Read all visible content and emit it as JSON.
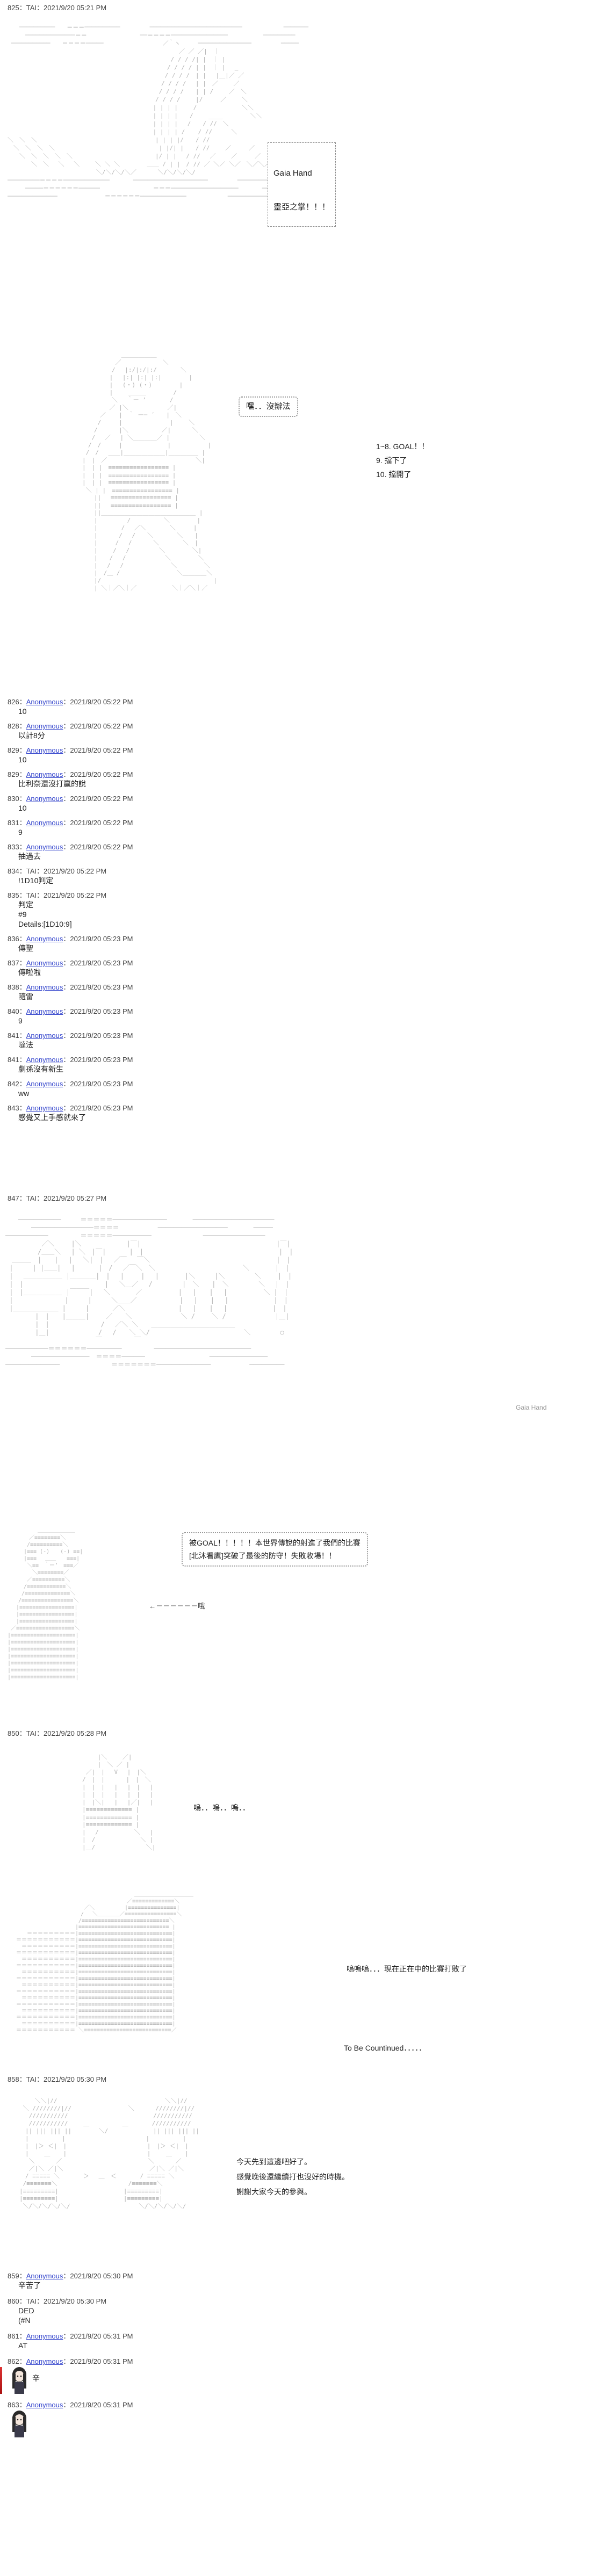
{
  "posts": [
    {
      "no": "825",
      "name": "TAI",
      "date": "2021/9/20 05:21 PM"
    },
    {
      "no": "826",
      "name": "Anonymous",
      "date": "2021/9/20 05:22 PM",
      "body": "10"
    },
    {
      "no": "828",
      "name": "Anonymous",
      "date": "2021/9/20 05:22 PM",
      "body": "以計8分"
    },
    {
      "no": "829",
      "name": "Anonymous",
      "date": "2021/9/20 05:22 PM",
      "body": "10"
    },
    {
      "no": "829",
      "name": "Anonymous",
      "date": "2021/9/20 05:22 PM",
      "body": "比利奈還沒打贏的說"
    },
    {
      "no": "830",
      "name": "Anonymous",
      "date": "2021/9/20 05:22 PM",
      "body": "10"
    },
    {
      "no": "831",
      "name": "Anonymous",
      "date": "2021/9/20 05:22 PM",
      "body": "9"
    },
    {
      "no": "833",
      "name": "Anonymous",
      "date": "2021/9/20 05:22 PM",
      "body": "抽過去"
    },
    {
      "no": "834",
      "name": "TAI",
      "date": "2021/9/20 05:22 PM",
      "body": "!1D10判定"
    },
    {
      "no": "835",
      "name": "TAI",
      "date": "2021/9/20 05:22 PM",
      "body_red": "判定\n#9\nDetails:[1D10:9]"
    },
    {
      "no": "836",
      "name": "Anonymous",
      "date": "2021/9/20 05:23 PM",
      "body": "傳聖"
    },
    {
      "no": "837",
      "name": "Anonymous",
      "date": "2021/9/20 05:23 PM",
      "body": "傳啦啦"
    },
    {
      "no": "838",
      "name": "Anonymous",
      "date": "2021/9/20 05:23 PM",
      "body": "隨雷"
    },
    {
      "no": "840",
      "name": "Anonymous",
      "date": "2021/9/20 05:23 PM",
      "body": "9"
    },
    {
      "no": "841",
      "name": "Anonymous",
      "date": "2021/9/20 05:23 PM",
      "body": "噠法"
    },
    {
      "no": "841",
      "name": "Anonymous",
      "date": "2021/9/20 05:23 PM",
      "body": "劇孫沒有新生"
    },
    {
      "no": "842",
      "name": "Anonymous",
      "date": "2021/9/20 05:23 PM",
      "body": "ww"
    },
    {
      "no": "843",
      "name": "Anonymous",
      "date": "2021/9/20 05:23 PM",
      "body": "感覺又上手感就來了"
    },
    {
      "no": "847",
      "name": "TAI",
      "date": "2021/9/20 05:27 PM"
    },
    {
      "no": "850",
      "name": "TAI",
      "date": "2021/9/20 05:28 PM"
    },
    {
      "no": "858",
      "name": "TAI",
      "date": "2021/9/20 05:30 PM"
    },
    {
      "no": "859",
      "name": "Anonymous",
      "date": "2021/9/20 05:30 PM",
      "body": "辛苦了"
    },
    {
      "no": "860",
      "name": "TAI",
      "date": "2021/9/20 05:30 PM",
      "body": "DED\n(#N"
    },
    {
      "no": "861",
      "name": "Anonymous",
      "date": "2021/9/20 05:31 PM",
      "body": "AT"
    },
    {
      "no": "862",
      "name": "Anonymous",
      "date": "2021/9/20 05:31 PM",
      "body": "辛"
    },
    {
      "no": "863",
      "name": "Anonymous",
      "date": "2021/9/20 05:31 PM"
    }
  ],
  "scene1": {
    "label_line1": "Gaia Hand",
    "label_line2": "靈亞之掌！！！"
  },
  "scene2": {
    "bubble": "嘿．．沒辦法",
    "aside": "1~8. GOAL！！\n9. 擋下了\n10. 擋開了"
  },
  "scene3": {
    "caption": "Gaia Hand"
  },
  "scene4": {
    "bubble": "被GOAL！！！！！本世界傳說的射進了我們的比賽\n[北沐看鷹]突破了最後的防守！失敗收場！！",
    "whisper": "哦"
  },
  "scene5": {
    "speech1": "嗚．．嗚．．嗚．．",
    "speech2": "嗚嗚嗚．．．現在正在中的比賽打敗了",
    "tbc": "To Be Countinued．．．．．"
  },
  "scene6": {
    "text": "今天先到這邊吧好了。\n感覺晚後還繼續打也沒好的時機。\n謝謝大家今天的參與。"
  },
  "colors": {
    "link": "#3344cc",
    "red": "#e02020",
    "art": "#b5b5b5"
  }
}
